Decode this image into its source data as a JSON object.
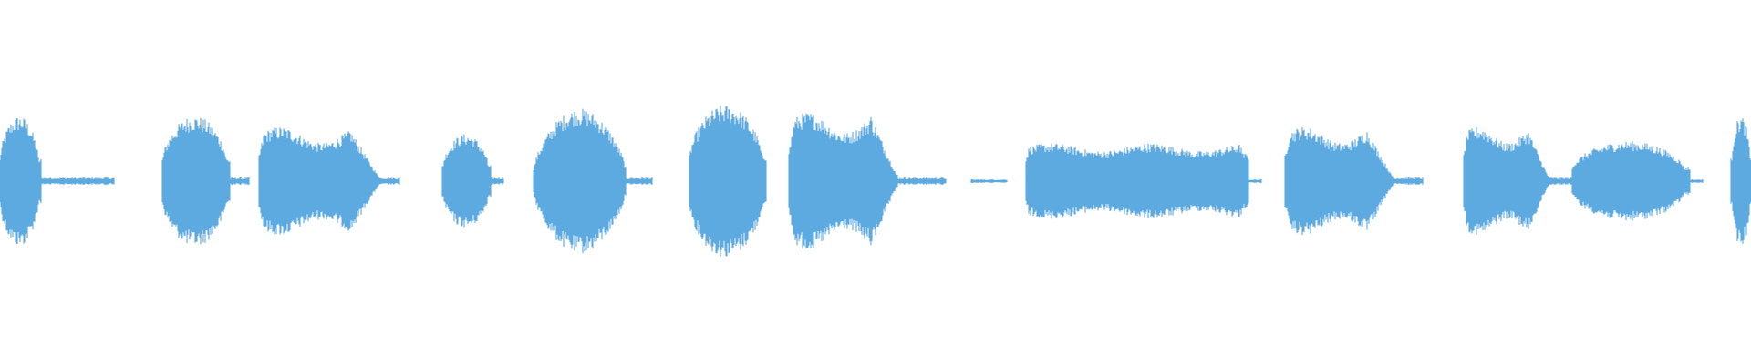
{
  "waveform": {
    "color": "#5DAAE0",
    "background": "#FFFFFF",
    "segments": [
      {
        "start": 0.0,
        "end": 0.023,
        "amp": 0.36,
        "shape": "bulge"
      },
      {
        "start": 0.023,
        "end": 0.065,
        "amp": 0.02,
        "shape": "tail"
      },
      {
        "start": 0.093,
        "end": 0.131,
        "amp": 0.36,
        "shape": "bulge"
      },
      {
        "start": 0.131,
        "end": 0.142,
        "amp": 0.02,
        "shape": "tail"
      },
      {
        "start": 0.148,
        "end": 0.216,
        "amp": 0.3,
        "shape": "flat-taper"
      },
      {
        "start": 0.216,
        "end": 0.228,
        "amp": 0.02,
        "shape": "tail"
      },
      {
        "start": 0.253,
        "end": 0.28,
        "amp": 0.26,
        "shape": "bulge"
      },
      {
        "start": 0.28,
        "end": 0.287,
        "amp": 0.02,
        "shape": "tail"
      },
      {
        "start": 0.305,
        "end": 0.357,
        "amp": 0.4,
        "shape": "dome"
      },
      {
        "start": 0.357,
        "end": 0.372,
        "amp": 0.02,
        "shape": "tail"
      },
      {
        "start": 0.394,
        "end": 0.437,
        "amp": 0.42,
        "shape": "bulge"
      },
      {
        "start": 0.451,
        "end": 0.512,
        "amp": 0.38,
        "shape": "flat-taper"
      },
      {
        "start": 0.512,
        "end": 0.54,
        "amp": 0.02,
        "shape": "tail"
      },
      {
        "start": 0.555,
        "end": 0.575,
        "amp": 0.01,
        "shape": "tail"
      },
      {
        "start": 0.586,
        "end": 0.713,
        "amp": 0.22,
        "shape": "flat"
      },
      {
        "start": 0.713,
        "end": 0.72,
        "amp": 0.01,
        "shape": "tail"
      },
      {
        "start": 0.734,
        "end": 0.795,
        "amp": 0.3,
        "shape": "flat-taper"
      },
      {
        "start": 0.795,
        "end": 0.812,
        "amp": 0.02,
        "shape": "tail"
      },
      {
        "start": 0.836,
        "end": 0.884,
        "amp": 0.3,
        "shape": "flat-taper"
      },
      {
        "start": 0.884,
        "end": 0.898,
        "amp": 0.02,
        "shape": "tail"
      },
      {
        "start": 0.898,
        "end": 0.965,
        "amp": 0.22,
        "shape": "bulge"
      },
      {
        "start": 0.965,
        "end": 0.972,
        "amp": 0.01,
        "shape": "tail"
      },
      {
        "start": 0.989,
        "end": 1.0,
        "amp": 0.36,
        "shape": "bulge"
      }
    ]
  }
}
